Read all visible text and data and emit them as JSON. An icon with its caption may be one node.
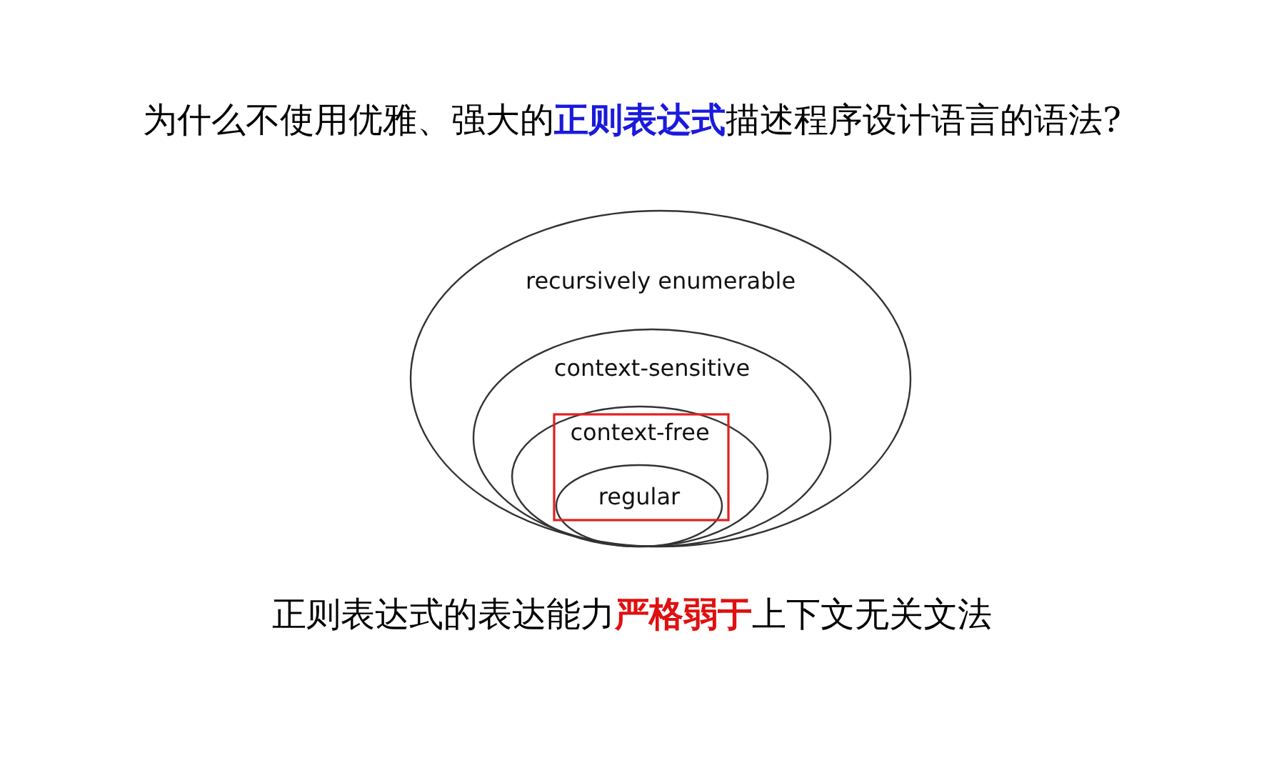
{
  "diagram": {
    "title": "为什么不使用优雅、强大的**正则表达式**描述程序设计语言的语法?",
    "caption": "正则表达式的表达能力**严格弱于**上下文无关文法",
    "nodes": [
      {
        "text": [
          "recursively enumerable"
        ]
      },
      {
        "text": [
          "context-sensitive"
        ],
        "in": 0
      },
      {
        "text": [
          "context-free"
        ],
        "in": 1
      },
      {
        "text": [
          "regular"
        ],
        "in": 2
      }
    ]
  }
}
